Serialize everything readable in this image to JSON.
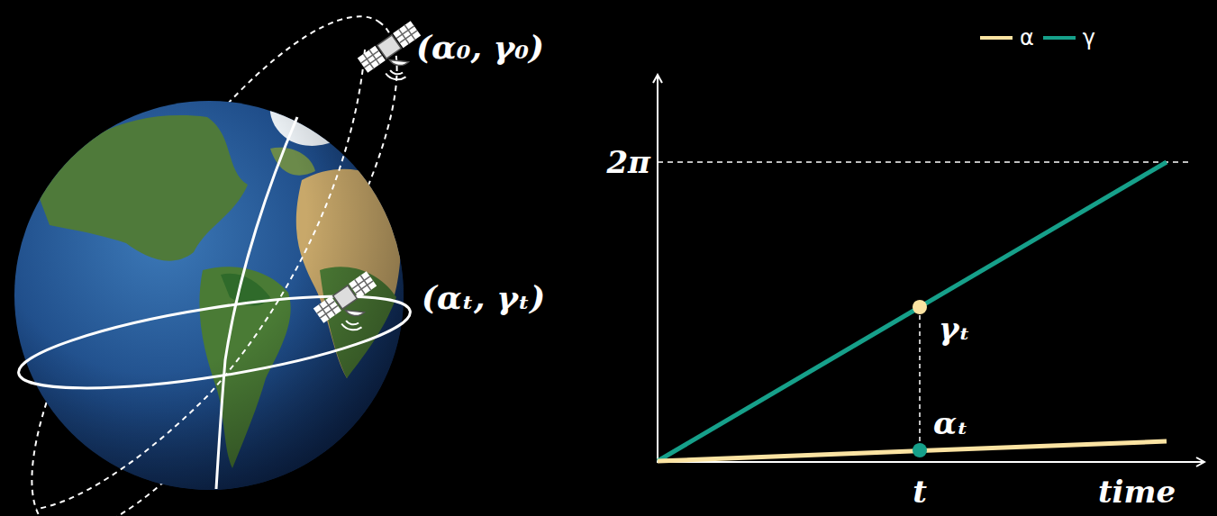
{
  "diagram": {
    "labels": [
      "(α₀, γ₀)",
      "(αₜ, γₜ)",
      "2π",
      "γₜ",
      "αₜ",
      "t",
      "time"
    ],
    "legend": [
      {
        "text": "α",
        "color": "#fbe3a2"
      },
      {
        "text": "γ",
        "color": "#16a08a"
      }
    ]
  }
}
